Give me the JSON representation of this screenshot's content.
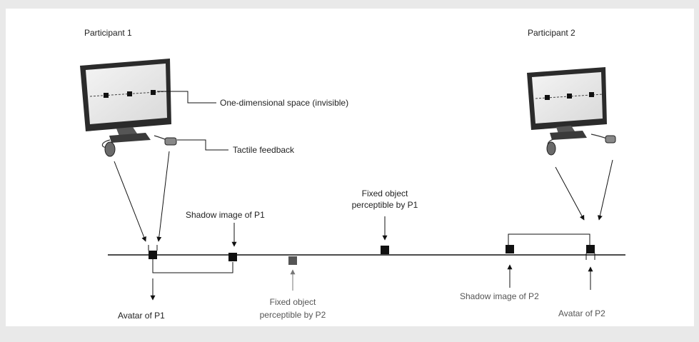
{
  "participants": {
    "p1": "Participant 1",
    "p2": "Participant 2"
  },
  "annotations": {
    "space": "One-dimensional space (invisible)",
    "tactile": "Tactile feedback",
    "shadow_p1": "Shadow image of P1",
    "fixed_p1_line1": "Fixed object",
    "fixed_p1_line2": "perceptible by P1",
    "fixed_p2_line1": "Fixed object",
    "fixed_p2_line2": "perceptible by P2",
    "shadow_p2": "Shadow image of P2",
    "avatar_p1": "Avatar of P1",
    "avatar_p2": "Avatar of P2"
  },
  "colors": {
    "background": "#e9e9e9",
    "panel": "#ffffff",
    "ink": "#111111",
    "gray_ink": "#777777",
    "monitor_screen": "#e6e6e6"
  }
}
